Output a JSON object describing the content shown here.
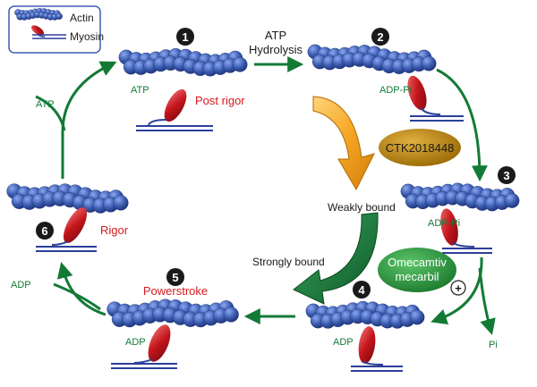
{
  "legend": {
    "actin_label": "Actin",
    "myosin_label": "Myosin"
  },
  "steps": {
    "s1": {
      "number": "1",
      "state": "Post rigor",
      "nucleotide": "ATP"
    },
    "s2": {
      "number": "2",
      "nucleotide": "ADP-Pi"
    },
    "s3": {
      "number": "3",
      "nucleotide": "ADP-Pi"
    },
    "s4": {
      "number": "4",
      "nucleotide": "ADP"
    },
    "s5": {
      "number": "5",
      "state": "Powerstroke",
      "nucleotide": "ADP"
    },
    "s6": {
      "number": "6",
      "state": "Rigor"
    }
  },
  "arrows": {
    "atp_hydrolysis_line1": "ATP",
    "atp_hydrolysis_line2": "Hydrolysis",
    "atp_in": "ATP",
    "adp_out": "ADP",
    "pi_out": "Pi",
    "weakly_bound": "Weakly bound",
    "strongly_bound": "Strongly bound"
  },
  "drugs": {
    "ctk": {
      "label": "CTK2018448",
      "color": "#b8860b"
    },
    "omecamtiv_line1": "Omecamtiv",
    "omecamtiv_line2": "mecarbil",
    "omecamtiv_color": "#2e8b2e",
    "plus": "+"
  },
  "colors": {
    "green_text": "#137a35",
    "red_text": "#d7191f",
    "cycle_arrow": "#137a35",
    "actin": "#3c5db0",
    "myosin": "#c4151c",
    "filament": "#2b3f9a"
  }
}
